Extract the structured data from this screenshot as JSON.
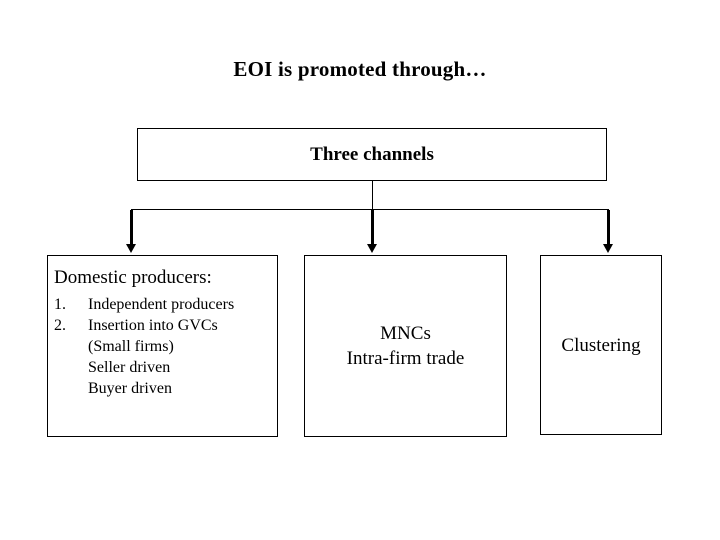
{
  "slide": {
    "title": "EOI is promoted through…",
    "background_color": "#ffffff",
    "text_color": "#000000",
    "border_color": "#000000"
  },
  "top_box": {
    "label": "Three channels"
  },
  "channels": {
    "domestic": {
      "heading": "Domestic producers:",
      "items": [
        {
          "number": "1.",
          "text": "Independent producers"
        },
        {
          "number": "2.",
          "text": "Insertion into GVCs"
        },
        {
          "number": "",
          "text": "(Small firms)"
        },
        {
          "number": "",
          "text": "Seller driven"
        },
        {
          "number": "",
          "text": "Buyer driven"
        }
      ]
    },
    "mncs": {
      "line1": "MNCs",
      "line2": "Intra-firm trade"
    },
    "clustering": {
      "line1": "Clustering"
    }
  },
  "connectors": {
    "stem": "vertical-stem",
    "bus": "horizontal-bus",
    "arrow_left": "arrow-down-left",
    "arrow_mid": "arrow-down-middle",
    "arrow_right": "arrow-down-right"
  }
}
